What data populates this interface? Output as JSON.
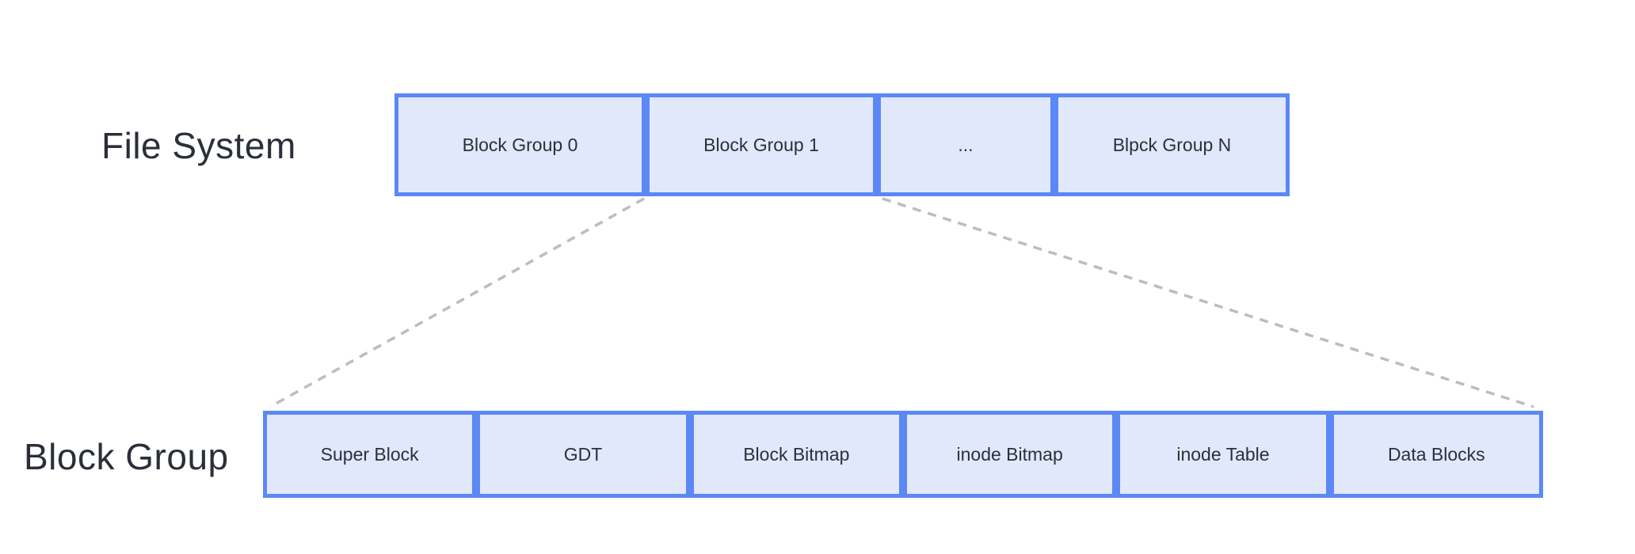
{
  "diagram": {
    "colors": {
      "background": "#ffffff",
      "box_fill": "#e1e8fc",
      "box_border": "#5b88f5",
      "label_text": "#2a2f38",
      "cell_text": "#2b3038",
      "dashed_line": "#bdbdbd"
    },
    "file_system_row": {
      "label": "File System",
      "cells": [
        {
          "label": "Block Group 0"
        },
        {
          "label": "Block Group 1"
        },
        {
          "label": "..."
        },
        {
          "label": "Blpck Group N"
        }
      ]
    },
    "block_group_row": {
      "label": "Block Group",
      "cells": [
        {
          "label": "Super Block"
        },
        {
          "label": "GDT"
        },
        {
          "label": "Block Bitmap"
        },
        {
          "label": "inode Bitmap"
        },
        {
          "label": "inode Table"
        },
        {
          "label": "Data Blocks"
        }
      ]
    },
    "connectors": {
      "description": "dashed lines expanding Block Group 1 into the Block Group row"
    }
  }
}
